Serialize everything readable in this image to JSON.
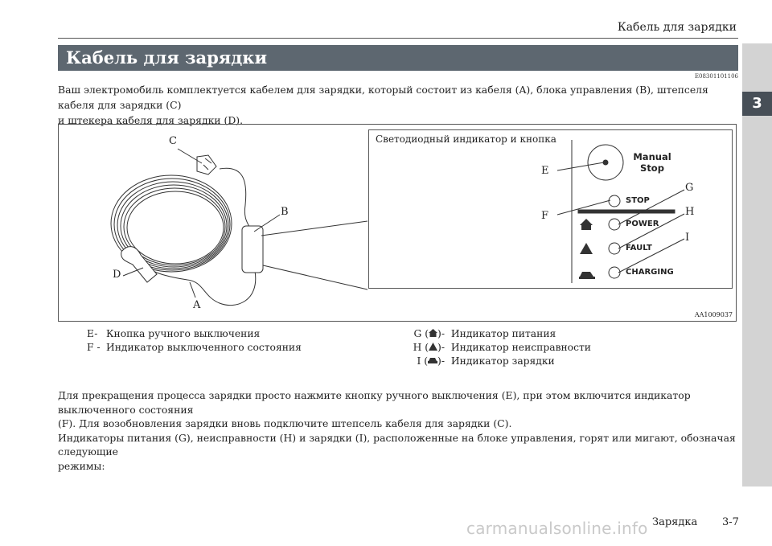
{
  "header": {
    "running_title": "Кабель для зарядки"
  },
  "section": {
    "title": "Кабель для зарядки",
    "code": "E08301101106"
  },
  "intro_lines": [
    "Ваш электромобиль комплектуется кабелем для зарядки, который состоит из кабеля (A), блока управления (B), штепселя кабеля для зарядки (C)",
    "и штекера кабеля для зарядки (D)."
  ],
  "side_tab": {
    "chapter": "3"
  },
  "figure": {
    "code": "AA1009037",
    "panel_title": "Светодиодный индикатор и кнопка",
    "callouts": {
      "A": "A",
      "B": "B",
      "C": "C",
      "D": "D",
      "E": "E",
      "F": "F",
      "G": "G",
      "H": "H",
      "I": "I"
    },
    "button_text": [
      "Manual",
      "Stop"
    ],
    "indicators": [
      "STOP",
      "POWER",
      "FAULT",
      "CHARGING"
    ]
  },
  "legend": {
    "left": [
      {
        "key": "E-",
        "text": "Кнопка ручного выключения"
      },
      {
        "key": "F -",
        "text": "Индикатор выключенного состояния"
      }
    ],
    "right": [
      {
        "key_pre": "G (",
        "icon": "home-icon",
        "key_post": ")-",
        "text": "Индикатор питания"
      },
      {
        "key_pre": "H (",
        "icon": "warning-icon",
        "key_post": ")-",
        "text": "Индикатор неисправности"
      },
      {
        "key_pre": "I (",
        "icon": "car-icon",
        "key_post": ")-",
        "text": "Индикатор зарядки"
      }
    ]
  },
  "body_lines": [
    "Для прекращения процесса зарядки просто нажмите кнопку ручного выключения (E), при этом включится индикатор выключенного состояния",
    "(F). Для возобновления зарядки вновь подключите штепсель кабеля для зарядки (C).",
    "Индикаторы питания (G), неисправности (H) и зарядки (I), расположенные на блоке управления, горят или мигают, обозначая следующие",
    "режимы:"
  ],
  "footer": {
    "section": "Зарядка",
    "page": "3-7"
  },
  "watermark": "carmanualsonline.info",
  "colors": {
    "banner": "#5d6770",
    "tab": "#d3d3d3",
    "tab_number": "#474f57"
  }
}
